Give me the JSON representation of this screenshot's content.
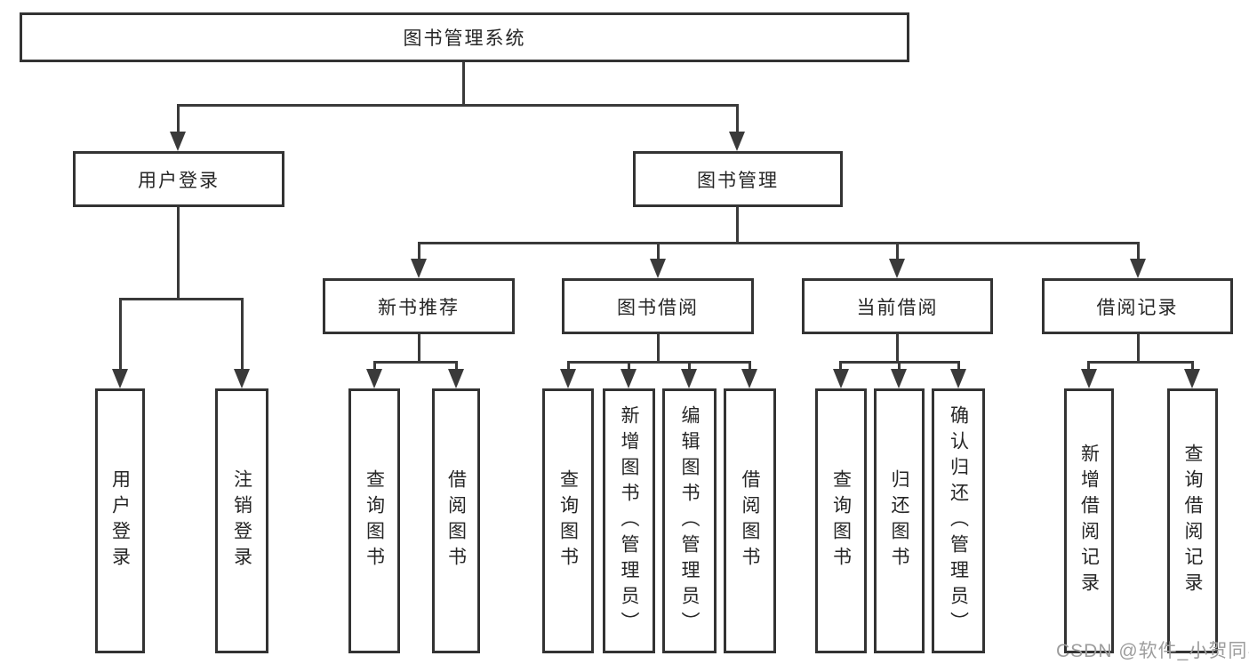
{
  "diagram": {
    "root": "图书管理系统",
    "branches": [
      {
        "label": "用户登录",
        "children": [
          "用户登录",
          "注销登录"
        ]
      },
      {
        "label": "图书管理",
        "sections": [
          {
            "label": "新书推荐",
            "children": [
              "查询图书",
              "借阅图书"
            ]
          },
          {
            "label": "图书借阅",
            "children": [
              "查询图书",
              "新增图书（管理员）",
              "编辑图书（管理员）",
              "借阅图书"
            ]
          },
          {
            "label": "当前借阅",
            "children": [
              "查询图书",
              "归还图书",
              "确认归还（管理员）"
            ]
          },
          {
            "label": "借阅记录",
            "children": [
              "新增借阅记录",
              "查询借阅记录"
            ]
          }
        ]
      }
    ]
  },
  "watermark": "CSDN @软件_小贺同学",
  "colors": {
    "line": "#3a3a3a",
    "box_border": "#333333",
    "text": "#262626",
    "watermark": "#9d9d9d",
    "background": "#ffffff"
  }
}
